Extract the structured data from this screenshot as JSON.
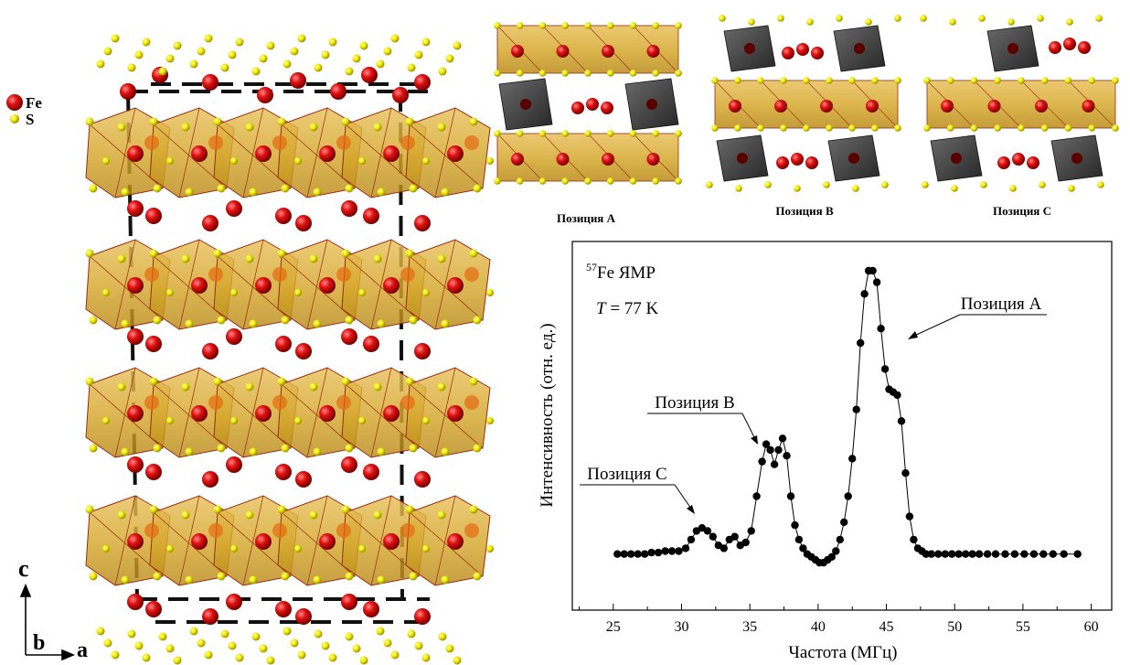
{
  "legend": {
    "fe_label": "Fe",
    "s_label": "S"
  },
  "axes_triad": {
    "c": "c",
    "b": "b",
    "a": "a"
  },
  "positions": {
    "a_label": "Позиция A",
    "b_label": "Позиция B",
    "c_label": "Позиция C"
  },
  "colors": {
    "fe": "#e01010",
    "s": "#f2ea00",
    "octa": "#d9a520",
    "octa_dark": "#4a4a4a",
    "cell": "#111111"
  },
  "chart_data": {
    "type": "line",
    "title_superscript": "57",
    "title_text": "Fe ЯМР",
    "condition_var": "T",
    "condition_value": " = 77 K",
    "xlabel": "Частота (МГц)",
    "ylabel": "Интенсивность (отн. ед.)",
    "xlim": [
      22,
      61.5
    ],
    "ylim": [
      0,
      1.1
    ],
    "xticks": [
      25,
      30,
      35,
      40,
      45,
      50,
      55,
      60
    ],
    "annotations": [
      "Позиция A",
      "Позиция B",
      "Позиция C"
    ],
    "series": [
      {
        "marker": "filled-circle",
        "x": [
          25.3,
          25.8,
          26.3,
          26.8,
          27.3,
          27.8,
          28.3,
          28.8,
          29.3,
          29.8,
          30.3,
          30.7,
          31.1,
          31.5,
          31.9,
          32.3,
          32.7,
          33.1,
          33.5,
          33.9,
          34.3,
          34.7,
          35.1,
          35.5,
          35.9,
          36.2,
          36.5,
          36.8,
          37.1,
          37.4,
          37.7,
          38.0,
          38.3,
          38.6,
          38.9,
          39.2,
          39.5,
          39.8,
          40.1,
          40.4,
          40.7,
          41.0,
          41.3,
          41.6,
          41.9,
          42.2,
          42.5,
          42.8,
          43.1,
          43.4,
          43.7,
          44.0,
          44.3,
          44.6,
          44.9,
          45.2,
          45.5,
          45.8,
          46.1,
          46.4,
          46.7,
          47.0,
          47.3,
          47.6,
          47.9,
          48.3,
          48.8,
          49.3,
          49.8,
          50.3,
          50.8,
          51.3,
          51.8,
          52.4,
          53.0,
          53.7,
          54.4,
          55.1,
          55.8,
          56.5,
          57.2,
          58.0,
          59.0
        ],
        "y": [
          0.02,
          0.02,
          0.02,
          0.02,
          0.02,
          0.025,
          0.025,
          0.03,
          0.03,
          0.03,
          0.04,
          0.07,
          0.1,
          0.11,
          0.1,
          0.08,
          0.05,
          0.04,
          0.07,
          0.08,
          0.05,
          0.06,
          0.1,
          0.22,
          0.34,
          0.4,
          0.38,
          0.33,
          0.38,
          0.42,
          0.36,
          0.22,
          0.12,
          0.07,
          0.04,
          0.02,
          0.01,
          0.0,
          -0.01,
          -0.01,
          0.0,
          0.01,
          0.03,
          0.07,
          0.13,
          0.22,
          0.35,
          0.52,
          0.75,
          0.92,
          1.0,
          1.0,
          0.96,
          0.8,
          0.66,
          0.59,
          0.58,
          0.57,
          0.48,
          0.3,
          0.15,
          0.07,
          0.04,
          0.03,
          0.02,
          0.02,
          0.02,
          0.02,
          0.02,
          0.02,
          0.02,
          0.02,
          0.02,
          0.02,
          0.02,
          0.02,
          0.02,
          0.02,
          0.02,
          0.02,
          0.02,
          0.02,
          0.02
        ]
      }
    ]
  }
}
